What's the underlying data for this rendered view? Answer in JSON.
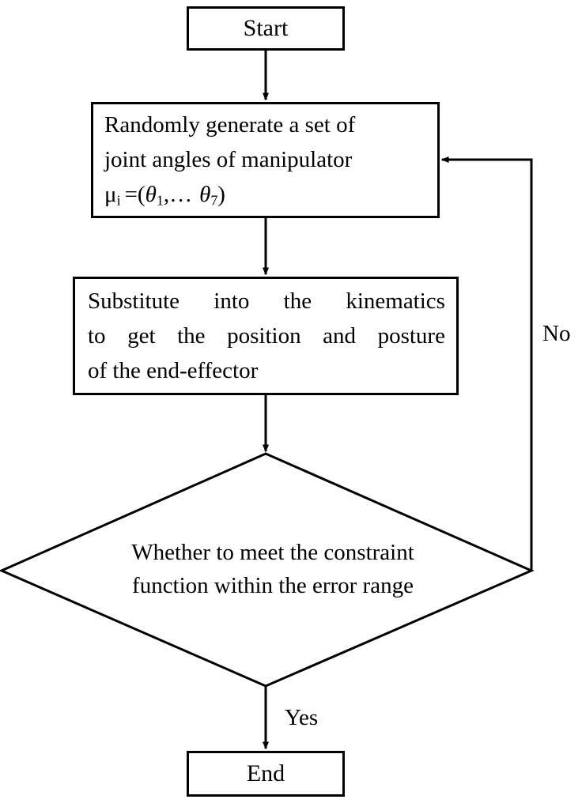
{
  "diagram": {
    "title": "Inverse kinematics random sampling flowchart",
    "type": "flowchart",
    "background_color": "#ffffff",
    "stroke_color": "#000000",
    "text_color": "#000000"
  },
  "nodes": {
    "start": {
      "shape": "rectangle",
      "label": "Start"
    },
    "generate": {
      "shape": "rectangle",
      "line1": "Randomly generate a set of",
      "line2": "joint angles of manipulator",
      "formula_var": "μ",
      "formula_var_sub": "i",
      "formula_eq": "=(",
      "formula_theta1": "θ",
      "formula_theta1_sub": "1",
      "formula_mid": ",…",
      "formula_theta7": "θ",
      "formula_theta7_sub": "7",
      "formula_close": ")"
    },
    "substitute": {
      "shape": "rectangle",
      "line1_words": [
        "Substitute",
        "into",
        "the",
        "kinematics"
      ],
      "line2_words": [
        "to",
        "get",
        "the",
        "position",
        "and",
        "posture"
      ],
      "line3": "of the end-effector"
    },
    "decision": {
      "shape": "diamond",
      "line1": "Whether to meet the constraint",
      "line2": "function within the error range"
    },
    "end": {
      "shape": "rectangle",
      "label": "End"
    }
  },
  "edge_labels": {
    "no": "No",
    "yes": "Yes"
  }
}
